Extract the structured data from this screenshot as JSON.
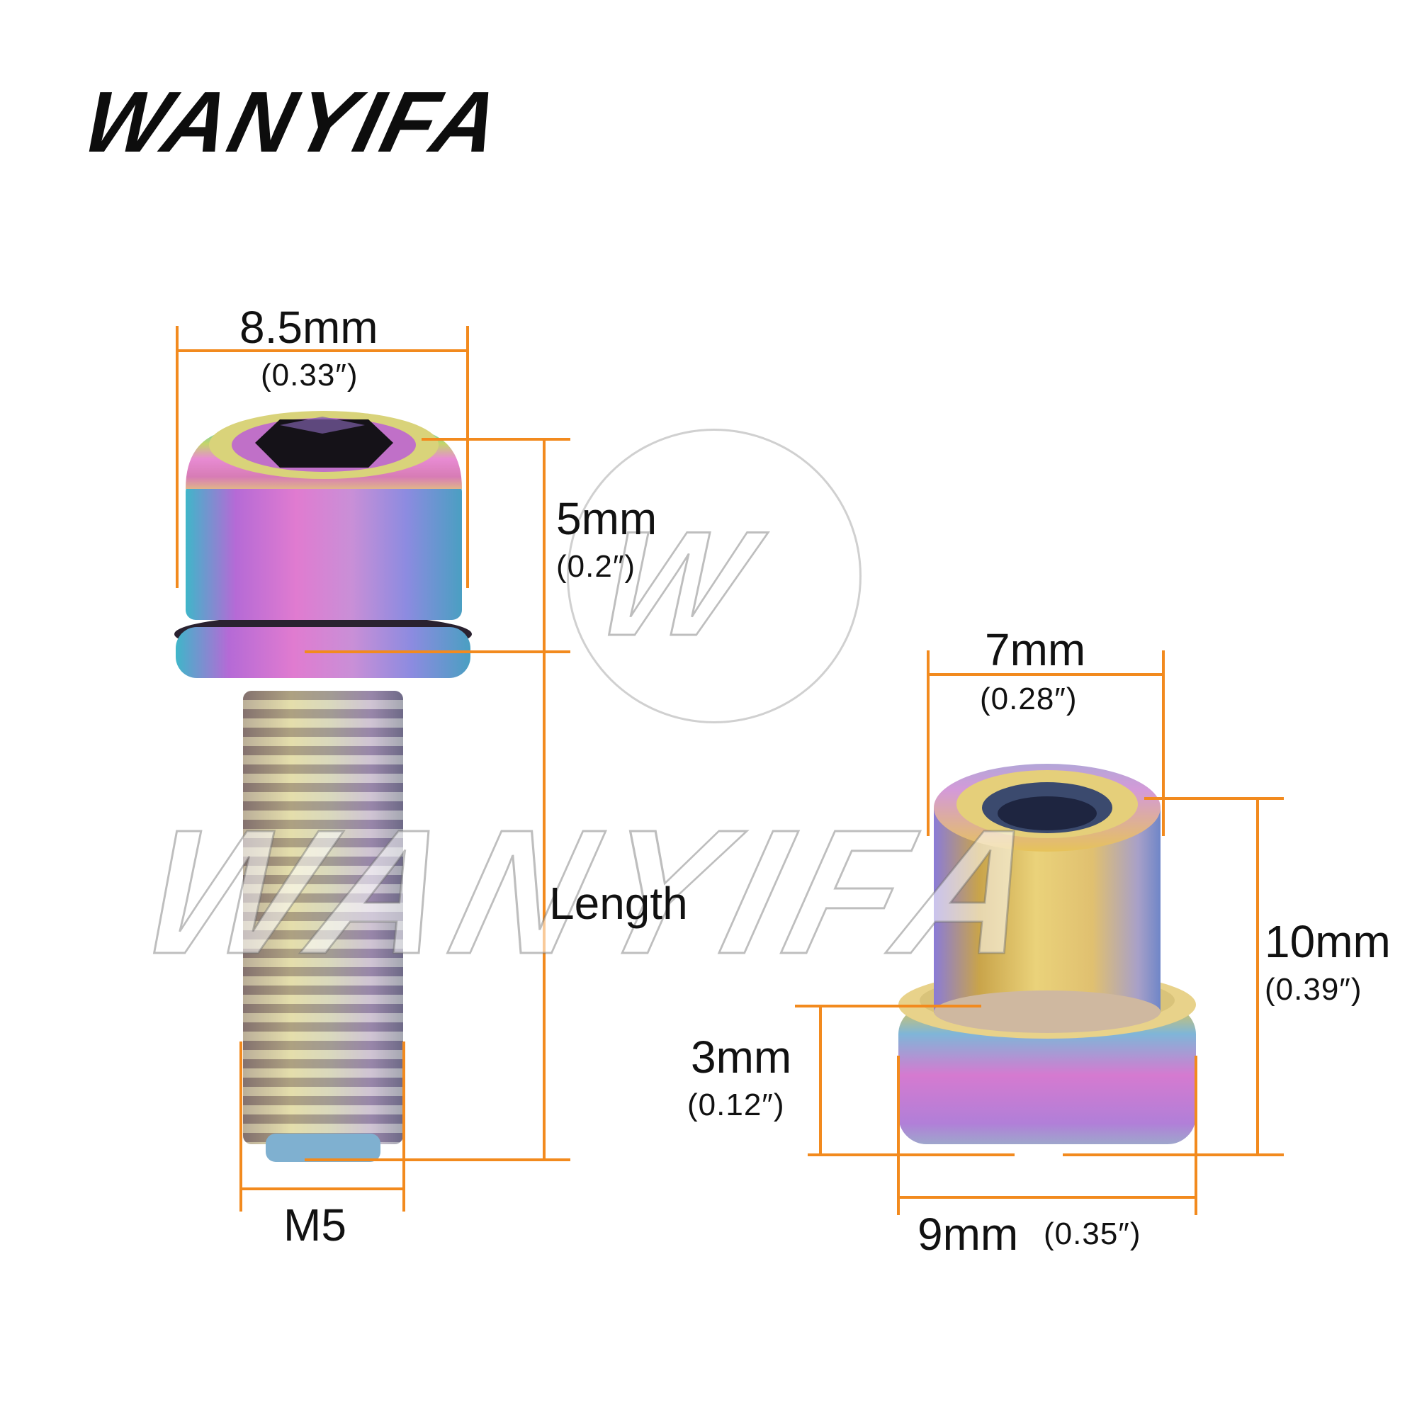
{
  "brand": {
    "name": "WANYIFA"
  },
  "watermark": {
    "text": "WANYIFA",
    "badge_letter": "W"
  },
  "colors": {
    "dimension_line": "#f28a1e",
    "text": "#111111"
  },
  "bolt": {
    "head_diameter": {
      "value": "8.5mm",
      "imperial": "(0.33″)"
    },
    "head_height": {
      "value": "5mm",
      "imperial": "(0.2″)"
    },
    "length_label": "Length",
    "thread": "M5"
  },
  "nut": {
    "inner_diameter": {
      "value": "7mm",
      "imperial": "(0.28″)"
    },
    "height": {
      "value": "10mm",
      "imperial": "(0.39″)"
    },
    "flange_height": {
      "value": "3mm",
      "imperial": "(0.12″)"
    },
    "flange_diameter": {
      "value": "9mm",
      "imperial": "(0.35″)"
    }
  }
}
